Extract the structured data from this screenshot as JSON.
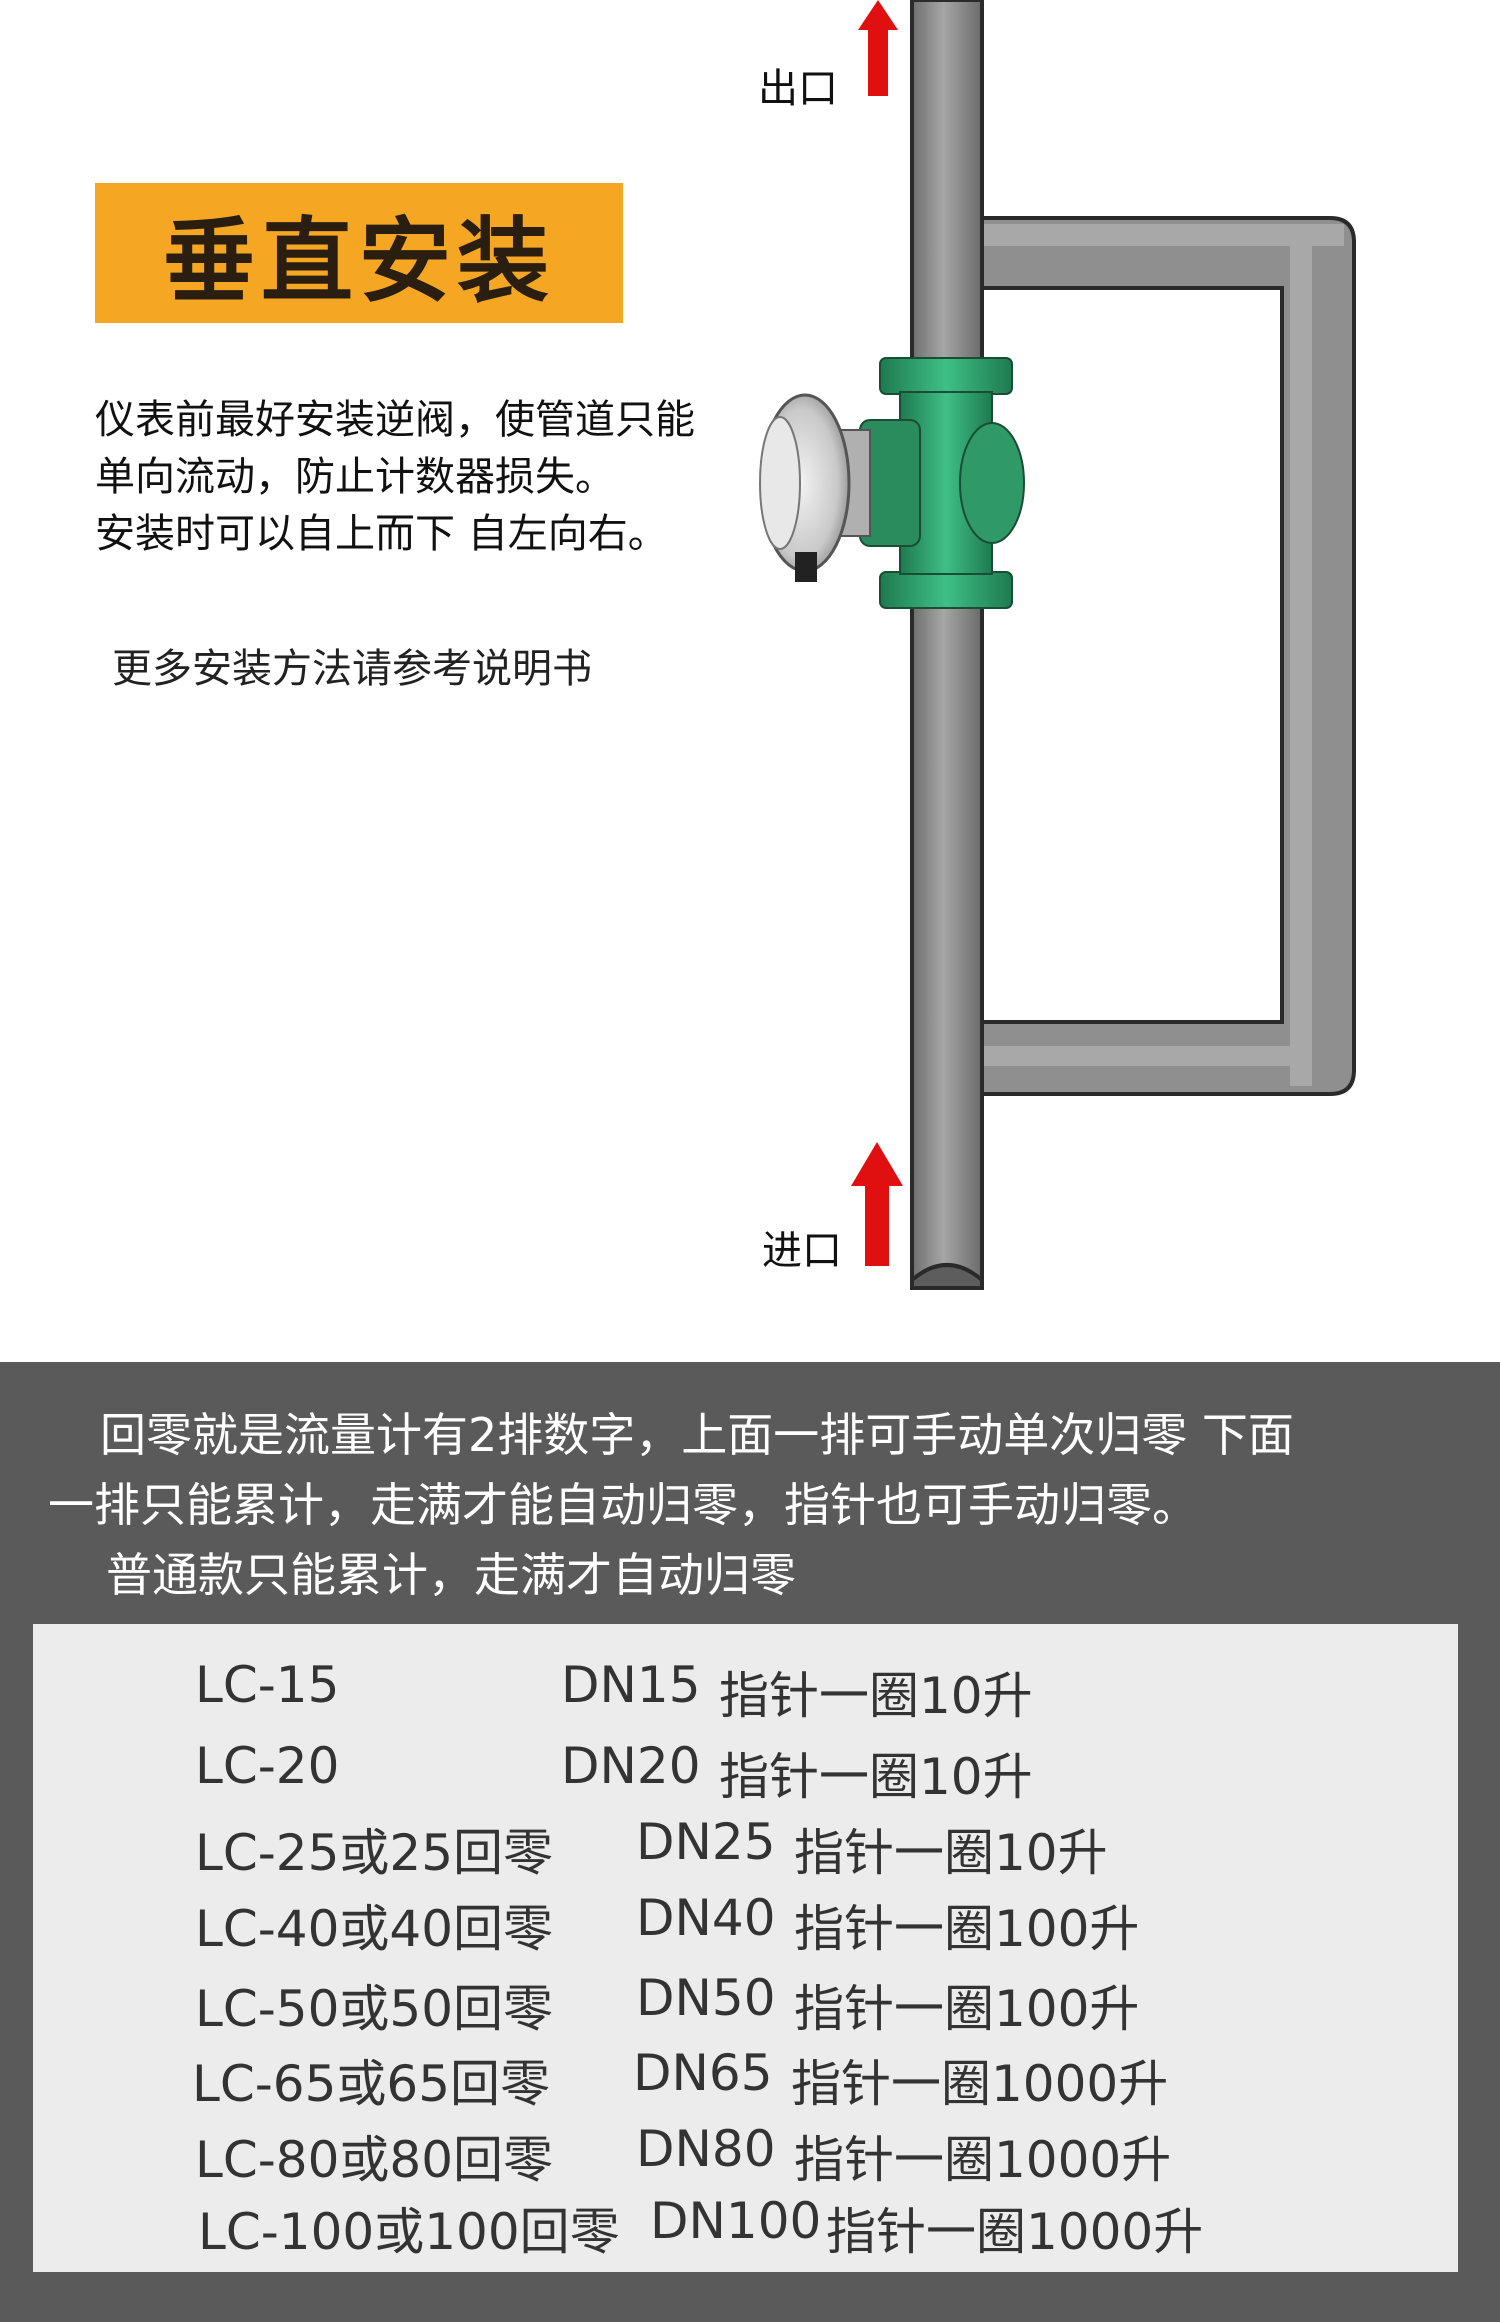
{
  "arrows": {
    "outlet_label": "出口",
    "inlet_label": "进口",
    "color": "#e01010"
  },
  "title": "垂直安装",
  "title_bg": "#f5a623",
  "description": [
    "仪表前最好安装逆阀，使管道只能",
    "单向流动，防止计数器损失。",
    "安装时可以自上而下 自左向右。"
  ],
  "more_methods": "更多安装方法请参考说明书",
  "pipe_color": "#8c8c8c",
  "meter_color": "#2e9e6a",
  "reset_note": [
    "回零就是流量计有2排数字，上面一排可手动单次归零 下面",
    "一排只能累计，走满才能自动归零，指针也可手动归零。",
    "普通款只能累计，走满才自动归零"
  ],
  "models": [
    {
      "model": "LC-15",
      "dn": "DN15",
      "desc": "指针一圈10升"
    },
    {
      "model": "LC-20",
      "dn": "DN20",
      "desc": "指针一圈10升"
    },
    {
      "model": "LC-25或25回零",
      "dn": "DN25",
      "desc": "指针一圈10升"
    },
    {
      "model": "LC-40或40回零",
      "dn": "DN40",
      "desc": "指针一圈100升"
    },
    {
      "model": "LC-50或50回零",
      "dn": "DN50",
      "desc": "指针一圈100升"
    },
    {
      "model": "LC-65或65回零",
      "dn": "DN65",
      "desc": "指针一圈1000升"
    },
    {
      "model": "LC-80或80回零",
      "dn": "DN80",
      "desc": "指针一圈1000升"
    },
    {
      "model": "LC-100或100回零",
      "dn": "DN100",
      "desc": "指针一圈1000升"
    }
  ]
}
